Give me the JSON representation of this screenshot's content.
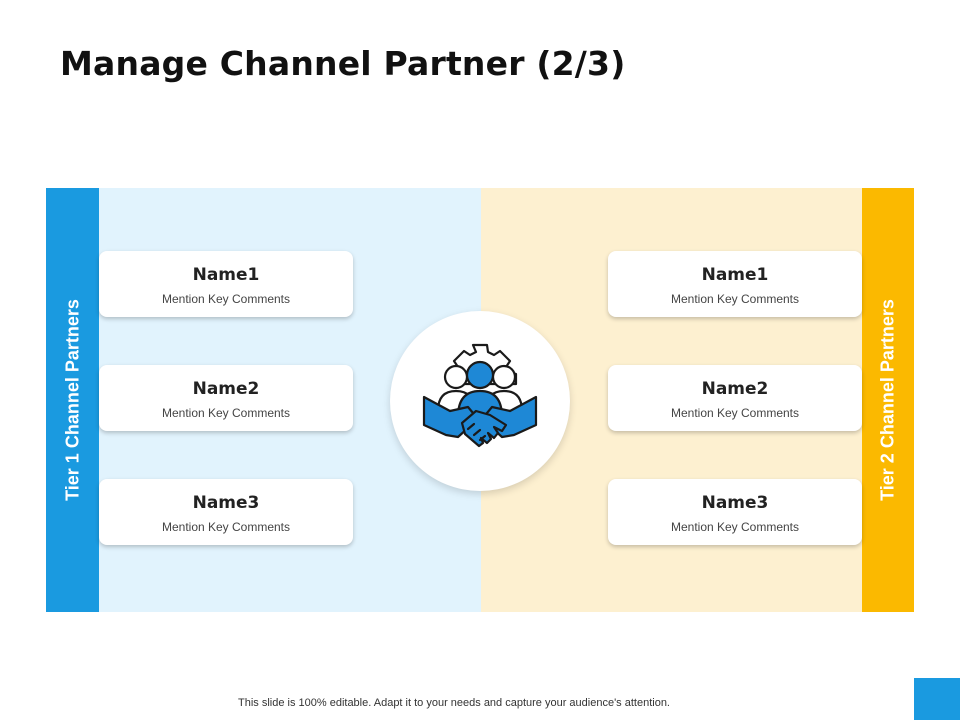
{
  "title": "Manage Channel Partner (2/3)",
  "tier1": {
    "label": "Tier 1 Channel Partners",
    "color": "#1a9ae0",
    "cards": [
      {
        "name": "Name1",
        "comment": "Mention Key Comments"
      },
      {
        "name": "Name2",
        "comment": "Mention Key Comments"
      },
      {
        "name": "Name3",
        "comment": "Mention Key Comments"
      }
    ]
  },
  "tier2": {
    "label": "Tier 2 Channel Partners",
    "color": "#fbb900",
    "cards": [
      {
        "name": "Name1",
        "comment": "Mention Key Comments"
      },
      {
        "name": "Name2",
        "comment": "Mention Key Comments"
      },
      {
        "name": "Name3",
        "comment": "Mention Key Comments"
      }
    ]
  },
  "center_icon": "partnership-handshake-icon",
  "footer": "This slide is 100% editable. Adapt it to your needs and capture your audience's attention."
}
